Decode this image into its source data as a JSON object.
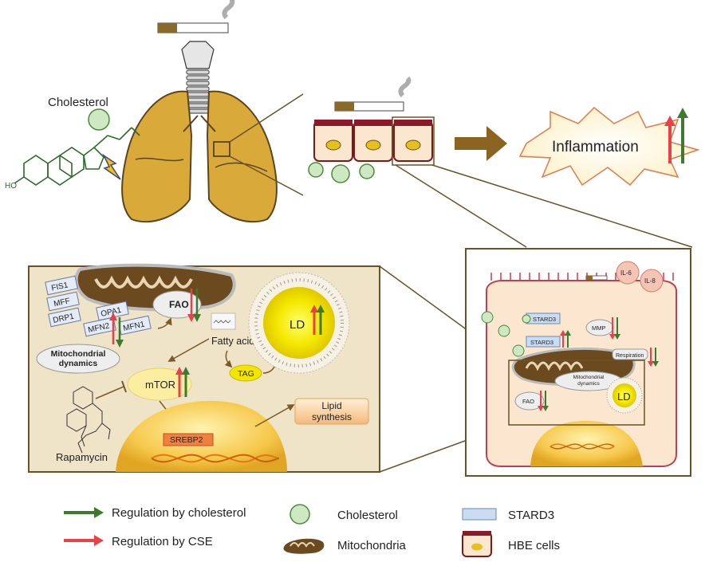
{
  "top": {
    "cholesterol_label": "Cholesterol",
    "inflammation_label": "Inflammation"
  },
  "zoom_left": {
    "fis1": "FIS1",
    "mff": "MFF",
    "drp1": "DRP1",
    "mfn2": "MFN2",
    "opa1": "OPA1",
    "mfn1": "MFN1",
    "mito_dynamics": "Mitochondrial dynamics",
    "fao": "FAO",
    "fatty_acid": "Fatty acid",
    "tag": "TAG",
    "ld": "LD",
    "mtor": "mTOR",
    "rapamycin": "Rapamycin",
    "srebp2": "SREBP2",
    "lipid_synthesis": "Lipid synthesis"
  },
  "zoom_right": {
    "il6": "IL-6",
    "il8": "IL-8",
    "stard3_a": "STARD3",
    "stard3_b": "STARD3",
    "mmp": "MMP",
    "respiration": "Respiration",
    "mito_dynamics": "Mitochondrial dynamics",
    "fao": "FAO",
    "ld": "LD"
  },
  "legend": {
    "reg_cholesterol": "Regulation by cholesterol",
    "reg_cse": "Regulation by CSE",
    "cholesterol": "Cholesterol",
    "mitochondria": "Mitochondria",
    "stard3": "STARD3",
    "hbe_cells": "HBE cells"
  },
  "colors": {
    "green_arrow": "#3e7a2e",
    "red_arrow": "#e8414a",
    "lung": "#d9a93a",
    "panel_bg": "#efe3c8",
    "border": "#6b5226",
    "cholesterol": "#cfe8c4",
    "stard3": "#c9dcf2"
  }
}
